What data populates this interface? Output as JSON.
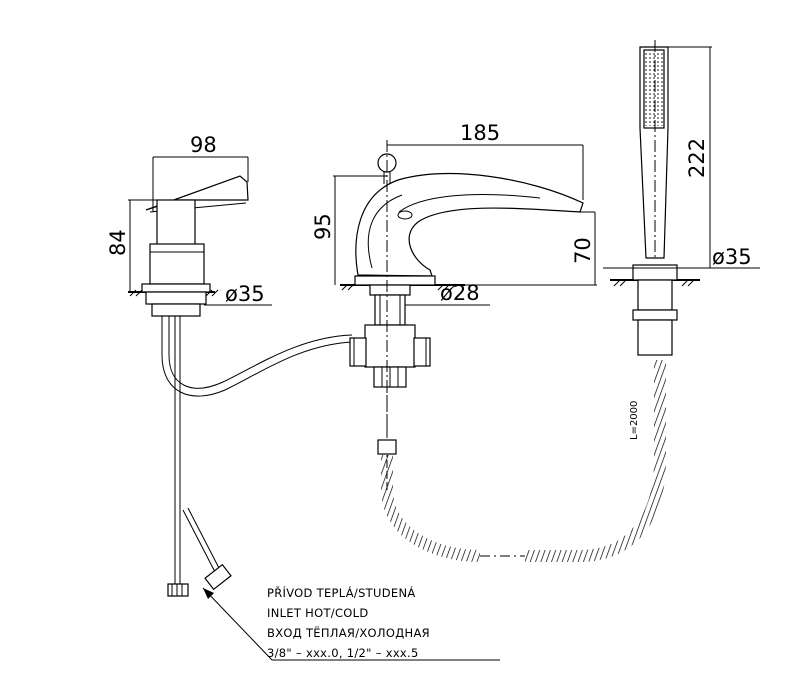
{
  "dimensions": {
    "mixer_width": "98",
    "mixer_height": "84",
    "mixer_diameter": "ø35",
    "spout_length": "185",
    "spout_height": "95",
    "spout_outlet_height": "70",
    "spout_diameter": "ø28",
    "shower_length": "222",
    "shower_diameter": "ø35",
    "hose_length": "L=2000"
  },
  "notes": [
    "PŘÍVOD TEPLÁ/STUDENÁ",
    "INLET HOT/COLD",
    "ВХОД ТЁПЛАЯ/ХОЛОДНАЯ",
    "3/8\" – xxx.0,  1/2\" – xxx.5"
  ]
}
